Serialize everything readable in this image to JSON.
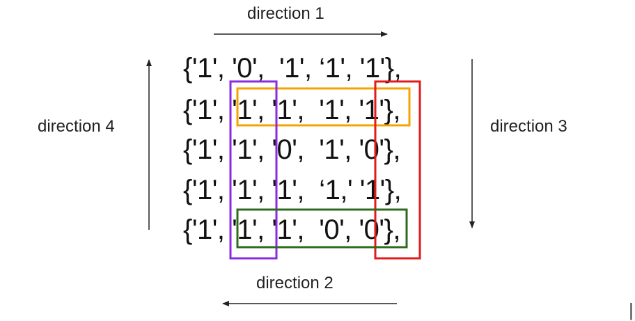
{
  "labels": {
    "direction_1": "direction 1",
    "direction_2": "direction 2",
    "direction_3": "direction 3",
    "direction_4": "direction 4"
  },
  "matrix": {
    "rows": [
      "{'1', '0',  '1', ‘1', '1'},",
      "{'1', '1', '1',  '1', '1'},",
      "{'1', '1', '0',  '1', '0'},",
      "{'1', '1', '1',  ‘1,' '1'},",
      "{'1', '1', '1',  '0', '0'},"
    ]
  },
  "colors": {
    "text": "#111111",
    "arrow": "#222222",
    "orange_box": "#f5a300",
    "purple_box": "#8a2be2",
    "red_box": "#e31a1a",
    "green_box": "#2e6b1f"
  },
  "stray_mark": "|"
}
